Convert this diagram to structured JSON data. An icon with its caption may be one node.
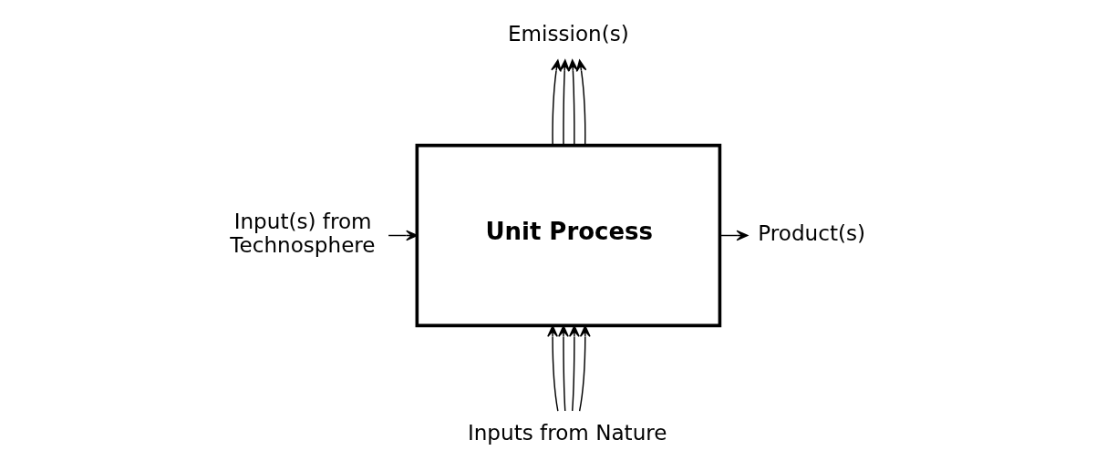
{
  "diagram": {
    "nodes": [
      {
        "text": [
          "Input(s) from Technosphere"
        ]
      },
      {
        "text": [
          "Unit Process"
        ]
      },
      {
        "text": [
          "Product(s)"
        ]
      },
      {
        "text": [
          "Emission(s)"
        ]
      },
      {
        "text": [
          "Inputs from Nature"
        ]
      }
    ],
    "edges": [
      {
        "from": 0,
        "to": 1,
        "arrow": "to"
      },
      {
        "from": 1,
        "to": 2,
        "arrow": "to"
      },
      {
        "from": 1,
        "to": 3,
        "arrow": "to"
      },
      {
        "from": 1,
        "to": 3,
        "arrow": "to"
      },
      {
        "from": 1,
        "to": 3,
        "arrow": "to"
      },
      {
        "from": 1,
        "to": 3,
        "arrow": "to"
      },
      {
        "from": 4,
        "to": 1,
        "arrow": "to"
      },
      {
        "from": 4,
        "to": 1,
        "arrow": "to"
      },
      {
        "from": 4,
        "to": 1,
        "arrow": "to"
      },
      {
        "from": 4,
        "to": 1,
        "arrow": "to"
      }
    ]
  }
}
